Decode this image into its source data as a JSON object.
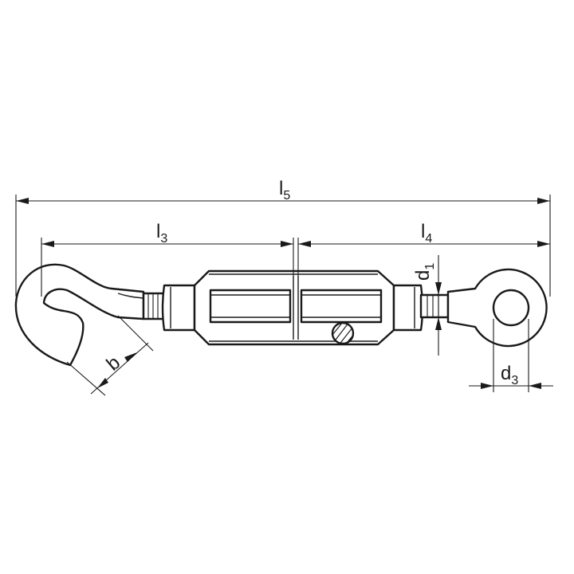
{
  "dimensions": {
    "l5": {
      "main": "l",
      "sub": "5"
    },
    "l3": {
      "main": "l",
      "sub": "3"
    },
    "l4": {
      "main": "l",
      "sub": "4"
    },
    "d1": {
      "main": "d",
      "sub": "1"
    },
    "d3": {
      "main": "d",
      "sub": "3"
    },
    "b": {
      "main": "b"
    }
  }
}
